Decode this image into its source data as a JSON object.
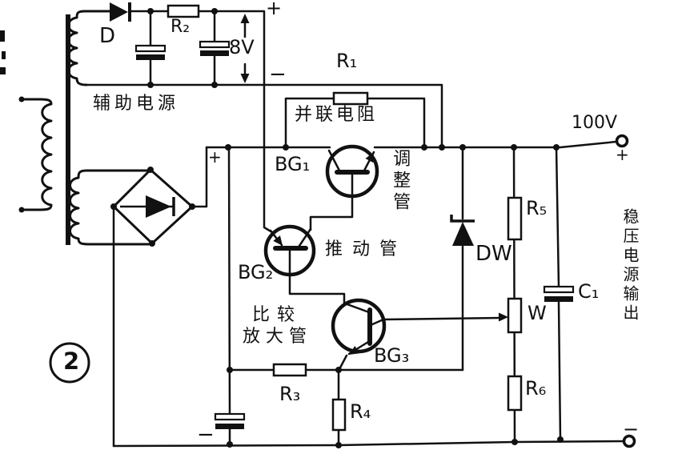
{
  "figure": {
    "number": "2"
  },
  "colors": {
    "ink": "#111111",
    "paper": "#ffffff"
  },
  "labels": {
    "d": "D",
    "r1": "R₁",
    "r2": "R₂",
    "r3": "R₃",
    "r4": "R₄",
    "r5": "R₅",
    "r6": "R₆",
    "c1": "C₁",
    "w": "W",
    "dw": "DW",
    "bg1": "BG₁",
    "bg2": "BG₂",
    "bg3": "BG₃",
    "v8": "8V",
    "v100": "100V",
    "aux_plus": "+",
    "aux_minus": "−",
    "bridge_plus": "+",
    "filter_minus": "−",
    "out_plus": "+",
    "out_minus": "−",
    "aux_title": "辅助电源",
    "parallel": "并联电阻",
    "regulator": "调整管",
    "driver": "推动管",
    "compare1": "比较",
    "compare2": "放大管",
    "output_title": "稳压电源输出"
  }
}
